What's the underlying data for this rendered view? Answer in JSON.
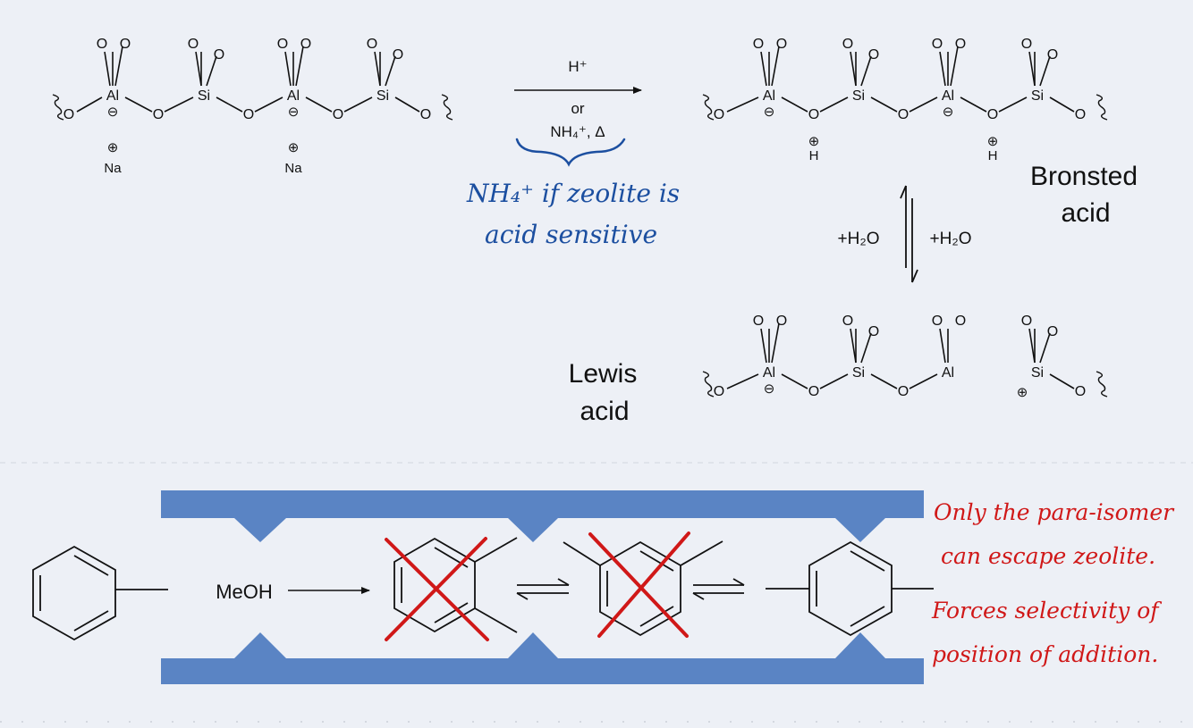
{
  "colors": {
    "background": "#edf0f6",
    "ink": "#111111",
    "channel_blue": "#5a84c4",
    "handwriting_blue": "#1c4fa0",
    "handwriting_red": "#d01818"
  },
  "labels": {
    "oxygen": "O",
    "aluminium": "Al",
    "silicon": "Si",
    "sodium": "Na",
    "hydrogen": "H",
    "plus_charge": "⊕",
    "minus_charge": "⊖"
  },
  "reaction": {
    "reagent_top": "H⁺",
    "reagent_or": "or",
    "reagent_bottom": "NH₄⁺, Δ",
    "hydration_left": "+H₂O",
    "hydration_right": "+H₂O",
    "bronsted_line1": "Bronsted",
    "bronsted_line2": "acid",
    "lewis_line1": "Lewis",
    "lewis_line2": "acid"
  },
  "annotations": {
    "blue_line1": "NH₄⁺ if zeolite is",
    "blue_line2": "acid sensitive",
    "red_line1": "Only the para-isomer",
    "red_line2": "can escape zeolite.",
    "red_line3": "Forces selectivity of",
    "red_line4": "position of addition."
  },
  "pore": {
    "reagent": "MeOH"
  }
}
